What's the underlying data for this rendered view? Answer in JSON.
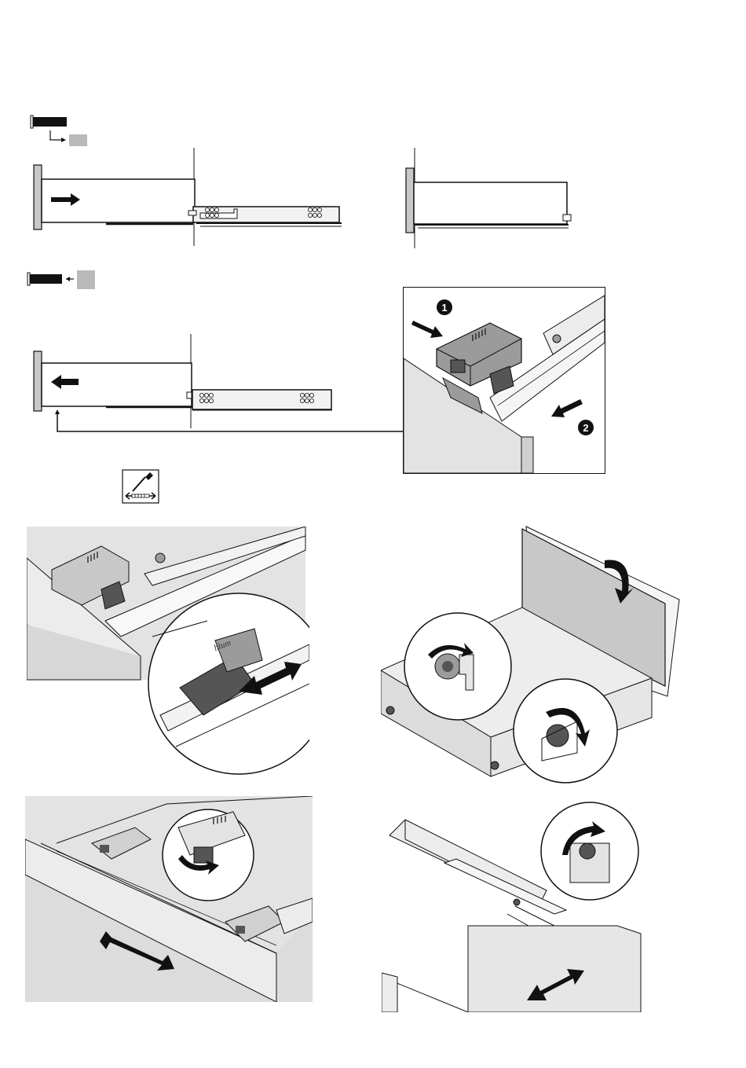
{
  "callouts": {
    "step_1": "1",
    "step_2": "2"
  },
  "brand_mark": "blum",
  "colors": {
    "line": "#1a1a1a",
    "panel_grey": "#c8c8c8",
    "light_grey": "#e3e3e3",
    "mid_grey": "#9b9b9b",
    "dark_grey": "#555555"
  },
  "icons": [
    "remove-drawer-icon",
    "insert-drawer-icon",
    "screwdriver-adjust-icon",
    "rotate-arrow-icon",
    "double-arrow-icon"
  ]
}
